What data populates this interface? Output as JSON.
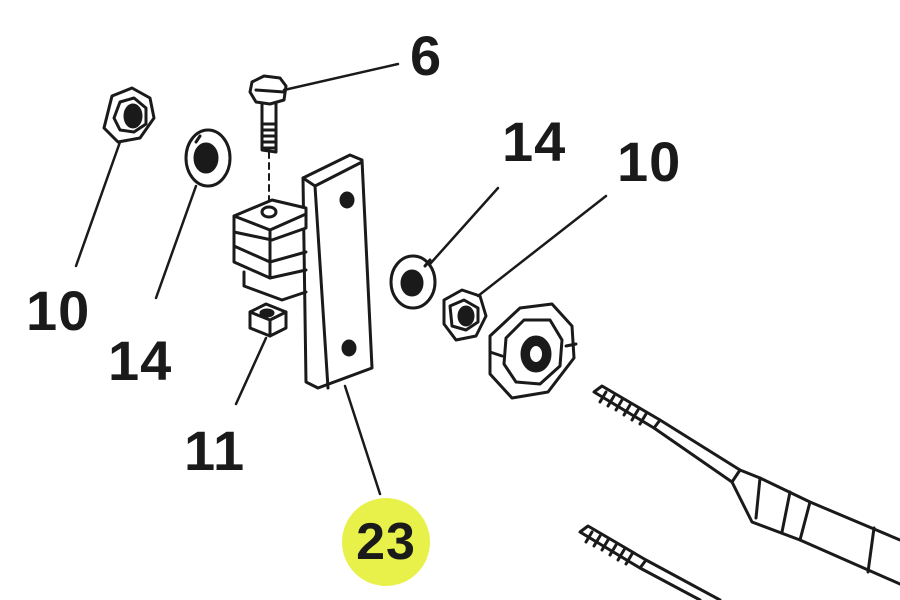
{
  "callouts": {
    "bolt": "6",
    "nut_left": "10",
    "washer_left": "14",
    "square_nut": "11",
    "washer_right": "14",
    "nut_right": "10",
    "bracket": "23"
  },
  "colors": {
    "ink": "#1a1a1a",
    "highlight": "#e8f14a"
  }
}
